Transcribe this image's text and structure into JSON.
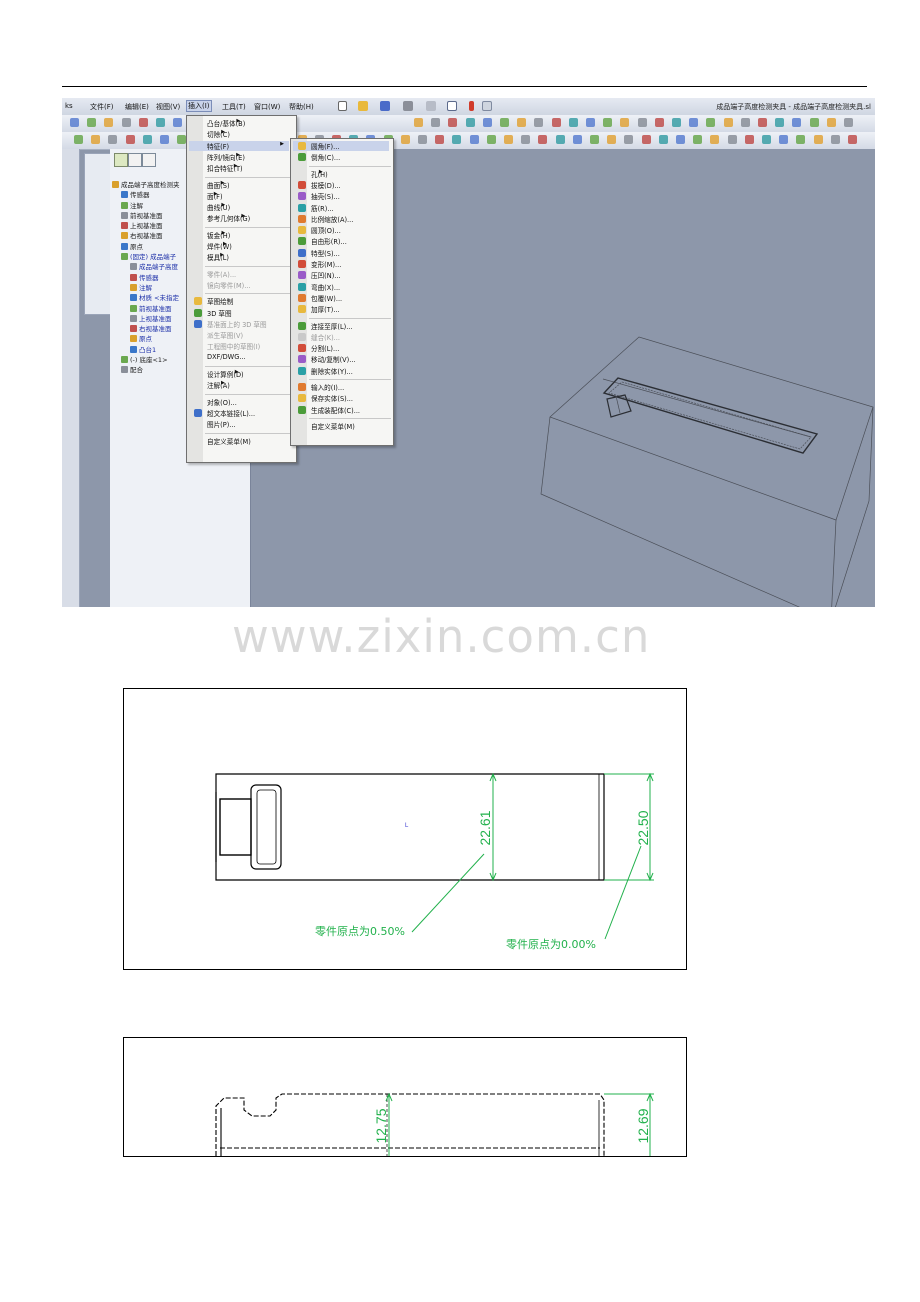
{
  "app": {
    "window_title": "成品端子高度检测夹具 - 成品端子高度检测夹具.sl",
    "menubar": [
      "ks",
      "文件(F)",
      "编辑(E)",
      "视图(V)",
      "插入(I)",
      "工具(T)",
      "窗口(W)",
      "帮助(H)"
    ]
  },
  "insert_menu": {
    "items": [
      {
        "label": "凸台/基体(B)",
        "submenu": true
      },
      {
        "label": "切除(C)",
        "submenu": true
      },
      {
        "label": "特征(F)",
        "submenu": true,
        "highlighted": true
      },
      {
        "label": "阵列/镜向(E)",
        "submenu": true
      },
      {
        "label": "扣合特征(T)",
        "submenu": true
      },
      {
        "label": "曲面(S)",
        "submenu": true
      },
      {
        "label": "面(F)",
        "submenu": true
      },
      {
        "label": "曲线(U)",
        "submenu": true
      },
      {
        "label": "参考几何体(G)",
        "submenu": true
      },
      {
        "label": "钣金(H)",
        "submenu": true
      },
      {
        "label": "焊件(W)",
        "submenu": true
      },
      {
        "label": "模具(L)",
        "submenu": true
      },
      {
        "label": "零件(A)...",
        "disabled": true
      },
      {
        "label": "镜向零件(M)...",
        "disabled": true
      },
      {
        "label": "草图绘制"
      },
      {
        "label": "3D 草图"
      },
      {
        "label": "基准面上的 3D 草图",
        "disabled": true
      },
      {
        "label": "派生草图(V)",
        "disabled": true
      },
      {
        "label": "工程图中的草图(I)",
        "disabled": true
      },
      {
        "label": "DXF/DWG..."
      },
      {
        "label": "设计算例(D)",
        "submenu": true
      },
      {
        "label": "注解(A)",
        "submenu": true
      },
      {
        "label": "对象(O)..."
      },
      {
        "label": "超文本链接(L)..."
      },
      {
        "label": "图片(P)..."
      },
      {
        "label": "自定义菜单(M)"
      }
    ]
  },
  "feature_submenu": {
    "items": [
      {
        "label": "圆角(F)...",
        "highlighted": true
      },
      {
        "label": "倒角(C)..."
      },
      {
        "label": "孔(H)",
        "submenu": true
      },
      {
        "label": "拔模(D)..."
      },
      {
        "label": "抽壳(S)..."
      },
      {
        "label": "筋(R)..."
      },
      {
        "label": "比例缩放(A)..."
      },
      {
        "label": "圆顶(O)..."
      },
      {
        "label": "自由形(R)..."
      },
      {
        "label": "特型(S)..."
      },
      {
        "label": "变形(M)..."
      },
      {
        "label": "压凹(N)..."
      },
      {
        "label": "弯曲(X)..."
      },
      {
        "label": "包覆(W)..."
      },
      {
        "label": "加厚(T)..."
      },
      {
        "label": "连接至厚(L)..."
      },
      {
        "label": "缝合(K)...",
        "disabled": true
      },
      {
        "label": "分割(L)..."
      },
      {
        "label": "移动/复制(V)..."
      },
      {
        "label": "删除实体(Y)..."
      },
      {
        "label": "输入的(I)..."
      },
      {
        "label": "保存实体(S)..."
      },
      {
        "label": "生成装配体(C)..."
      },
      {
        "label": "自定义菜单(M)"
      }
    ]
  },
  "feature_tree": {
    "rows": [
      {
        "label": "成品端子高度检测夹",
        "indent": 0
      },
      {
        "label": "传感器",
        "indent": 1
      },
      {
        "label": "注解",
        "indent": 1
      },
      {
        "label": "前视基准面",
        "indent": 1
      },
      {
        "label": "上视基准面",
        "indent": 1
      },
      {
        "label": "右视基准面",
        "indent": 1
      },
      {
        "label": "原点",
        "indent": 1
      },
      {
        "label": "(固定) 成品端子",
        "indent": 1,
        "blue": true
      },
      {
        "label": "成品端子高度",
        "indent": 2,
        "blue": true
      },
      {
        "label": "传感器",
        "indent": 2,
        "blue": true
      },
      {
        "label": "注解",
        "indent": 2,
        "blue": true
      },
      {
        "label": "材质 <未指定",
        "indent": 2,
        "blue": true
      },
      {
        "label": "前视基准面",
        "indent": 2,
        "blue": true
      },
      {
        "label": "上视基准面",
        "indent": 2,
        "blue": true
      },
      {
        "label": "右视基准面",
        "indent": 2,
        "blue": true
      },
      {
        "label": "原点",
        "indent": 2,
        "blue": true
      },
      {
        "label": "凸台1",
        "indent": 2,
        "blue": true
      },
      {
        "label": "(-) 底座<1>",
        "indent": 1
      },
      {
        "label": "配合",
        "indent": 1
      }
    ]
  },
  "watermark": "www.zixin.com.cn",
  "drawing_top": {
    "dim_inner": "22.61",
    "dim_outer": "22.50",
    "note_left": "零件原点为0.50%",
    "note_right": "零件原点为0.00%"
  },
  "drawing_bottom": {
    "dim_inner": "12.75",
    "dim_outer": "12.69"
  },
  "colors": {
    "dimension": "#22b14c",
    "viewport": "#8d97aa"
  }
}
